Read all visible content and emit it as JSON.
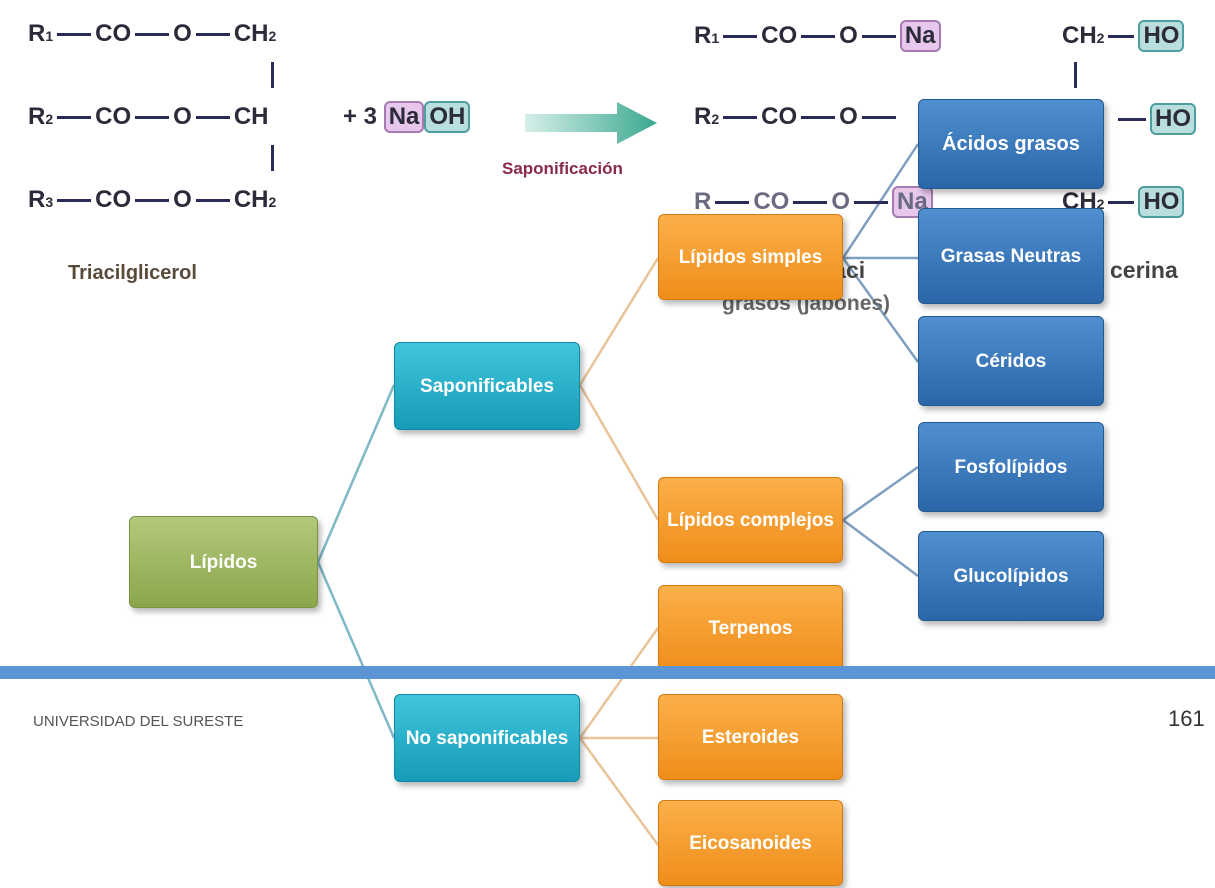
{
  "reaction": {
    "r1": "R",
    "r1_sub": "1",
    "r2": "R",
    "r2_sub": "2",
    "r3": "R",
    "r3_sub": "3",
    "co": "CO",
    "o": "O",
    "ch2": "CH",
    "ch2_sub": "2",
    "ch": "CH",
    "plus": "+ 3",
    "na": "Na",
    "oh": "OH",
    "ho": "HO",
    "saponification_label": "Saponificación",
    "triacyl_label": "Triacilglicerol",
    "product_partial_1": "s áci",
    "product_partial_2": "cerina",
    "product_partial_3": "grasos (jabones)"
  },
  "tree": {
    "root": "Lípidos",
    "saponificables": "Saponificables",
    "no_saponificables": "No saponificables",
    "lipidos_simples": "Lípidos simples",
    "lipidos_complejos": "Lípidos complejos",
    "acidos_grasos": "Ácidos grasos",
    "grasas_neutras": "Grasas Neutras",
    "ceridos": "Céridos",
    "fosfolipidos": "Fosfolípidos",
    "glucolipidos": "Glucolípidos",
    "terpenos": "Terpenos",
    "esteroides": "Esteroides",
    "eicosanoides": "Eicosanoides"
  },
  "footer": {
    "institution": "UNIVERSIDAD DEL SURESTE",
    "page_number": "161"
  },
  "colors": {
    "footer_bar": "#5b95d5",
    "green_node": "#9bb55e",
    "teal_node": "#22a9c4",
    "orange_node": "#f49a25",
    "blue_node": "#2f73b8"
  }
}
